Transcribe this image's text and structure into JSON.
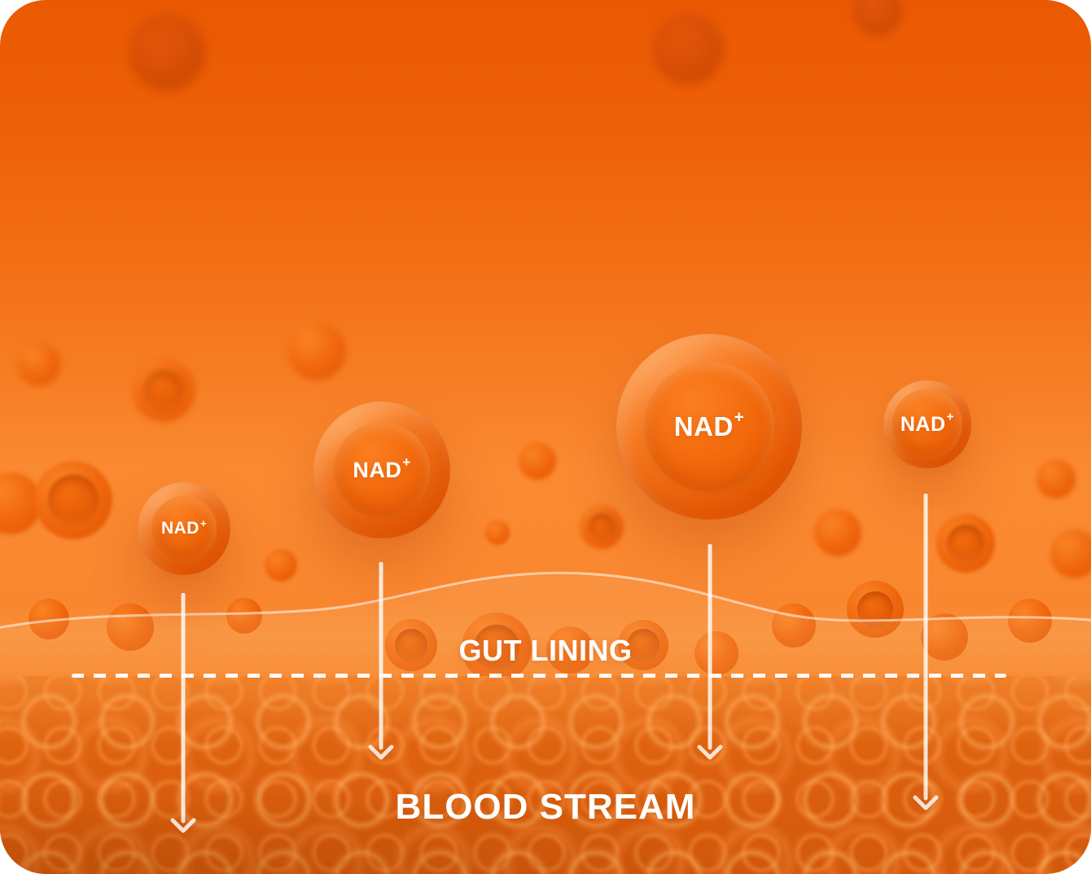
{
  "labels": {
    "gut_lining": "GUT LINING",
    "blood_stream": "BLOOD STREAM"
  },
  "molecules": [
    {
      "label": "NAD",
      "sup": "+"
    },
    {
      "label": "NAD",
      "sup": "+"
    },
    {
      "label": "NAD",
      "sup": "+"
    },
    {
      "label": "NAD",
      "sup": "+"
    }
  ],
  "colors": {
    "background_top": "#eb5903",
    "background_mid": "#fa8a31",
    "blood_stream": "#dc600e",
    "boundary_dash": "#ffffff",
    "text": "#ffffff"
  }
}
